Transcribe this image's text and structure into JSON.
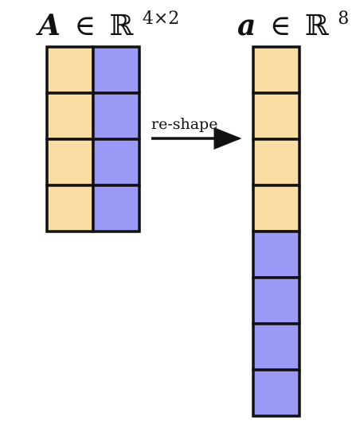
{
  "matrix_A": {
    "symbol": "A",
    "relation": "∈",
    "space": "ℝ",
    "superscript": "4×2",
    "rows": 4,
    "cols": 2,
    "column_colors": [
      "#f9dda3",
      "#9b9bf7"
    ]
  },
  "vector_a": {
    "symbol": "a",
    "relation": "∈",
    "space": "ℝ",
    "superscript": "8",
    "length": 8,
    "cell_colors": [
      "#f9dda3",
      "#f9dda3",
      "#f9dda3",
      "#f9dda3",
      "#9b9bf7",
      "#9b9bf7",
      "#9b9bf7",
      "#9b9bf7"
    ]
  },
  "arrow": {
    "label": "re-shape"
  },
  "colors": {
    "column_1": "#f9dda3",
    "column_2": "#9b9bf7",
    "stroke": "#111111"
  }
}
